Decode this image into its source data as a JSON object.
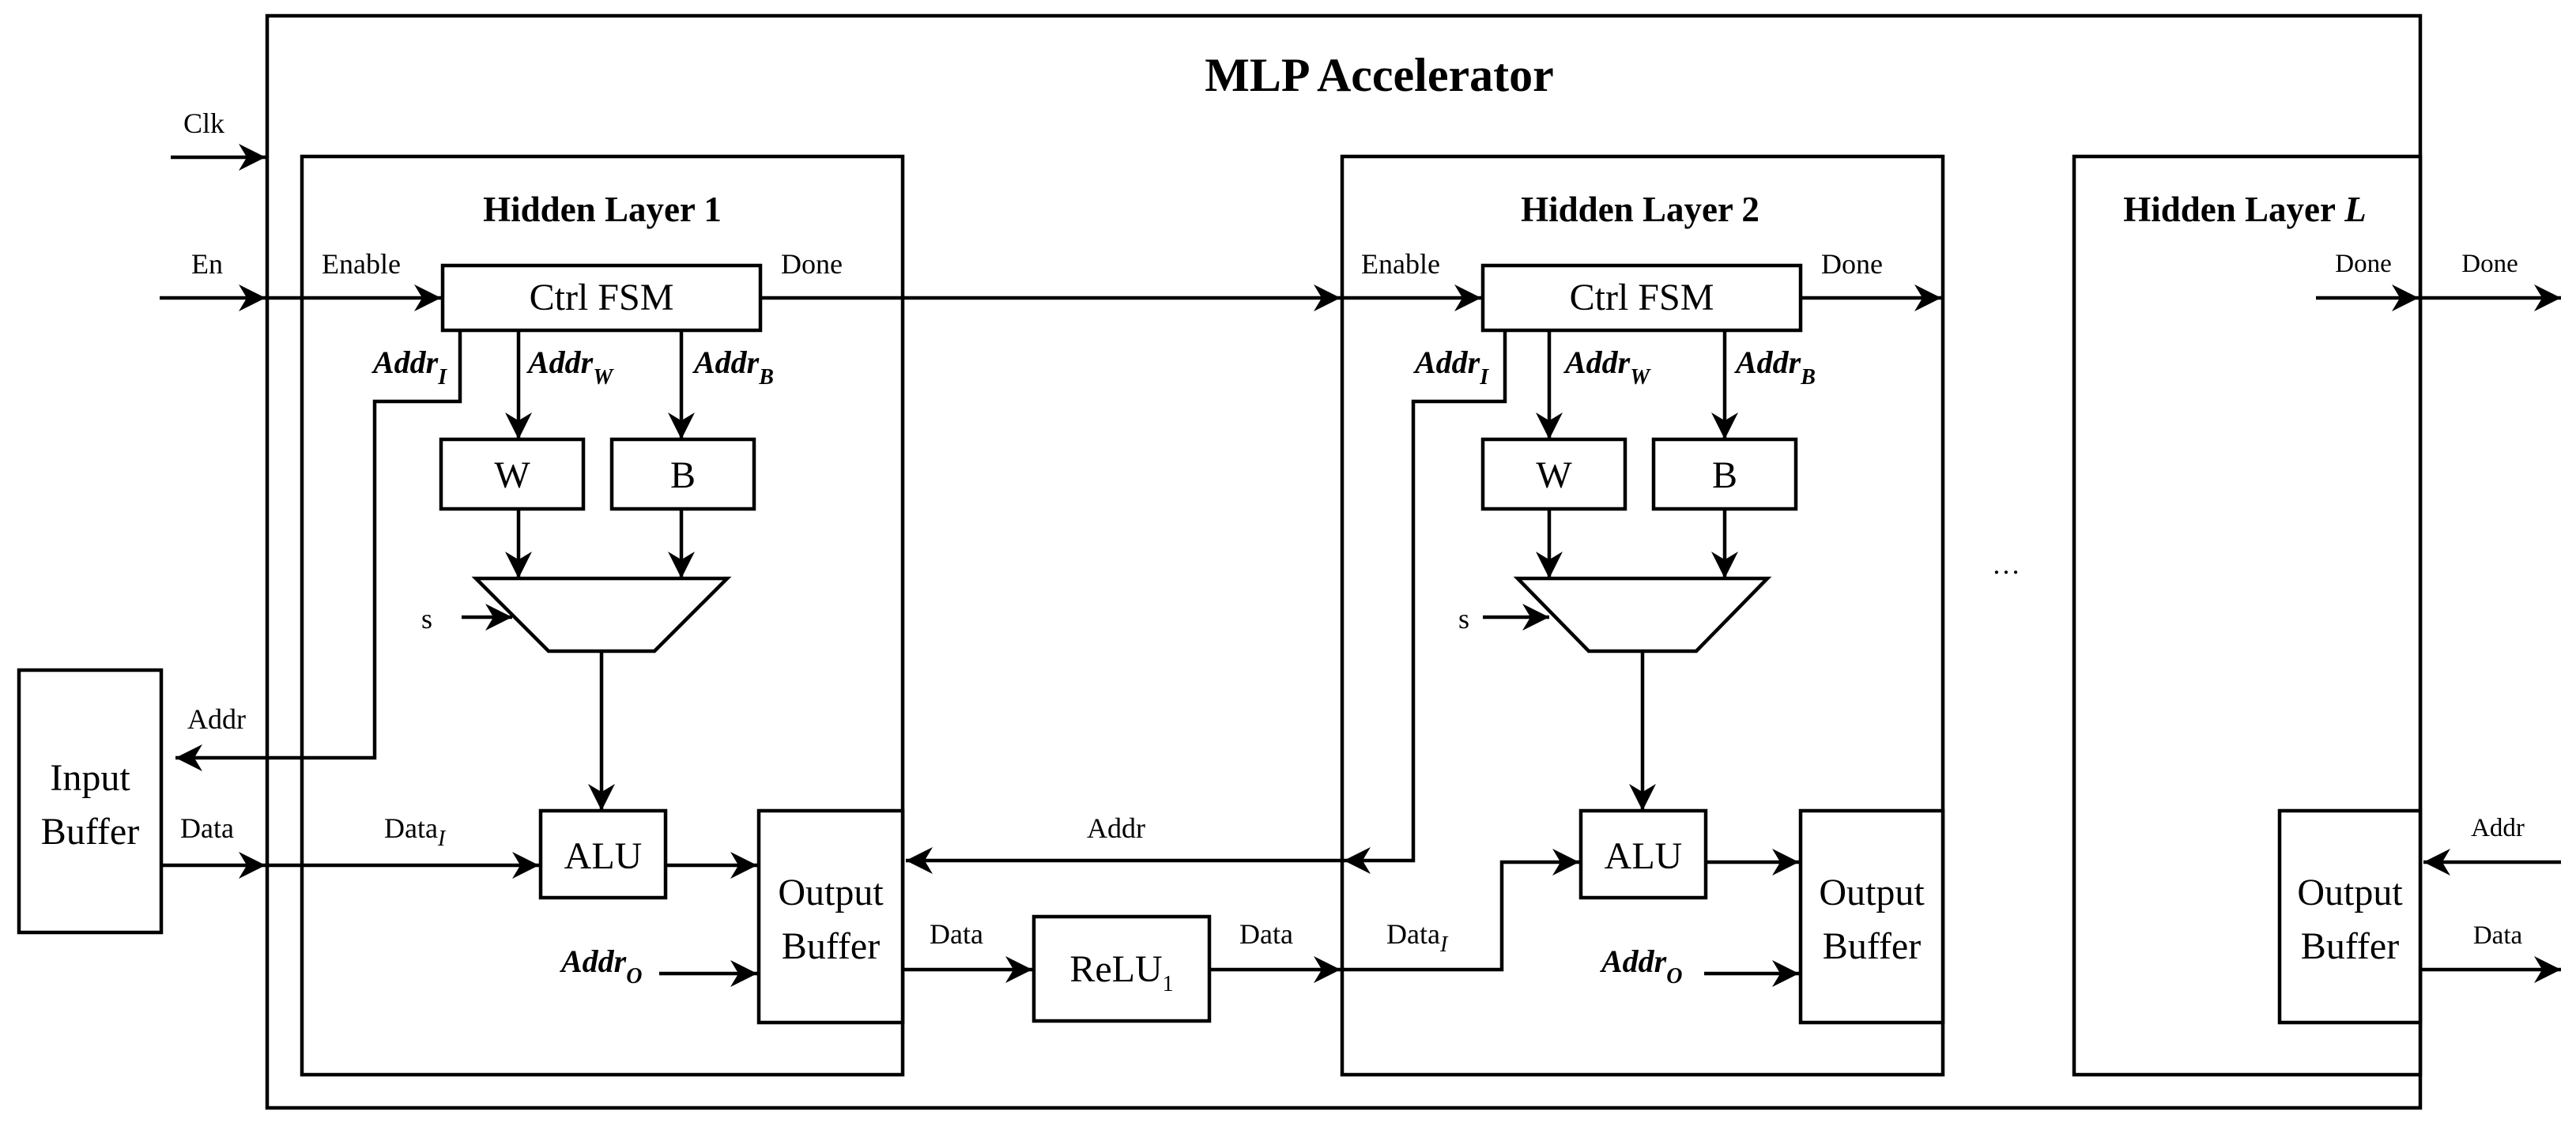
{
  "title": "MLP Accelerator",
  "ports": {
    "clk": "Clk",
    "en": "En",
    "addr": "Addr",
    "data": "Data",
    "done": "Done"
  },
  "input_buffer": [
    "Input",
    "Buffer"
  ],
  "layers": [
    {
      "title": "Hidden Layer 1"
    },
    {
      "title": "Hidden Layer 2"
    },
    {
      "title_prefix": "Hidden Layer",
      "title_var": "L"
    }
  ],
  "signals": {
    "enable": "Enable",
    "done": "Done",
    "addr": "Addr",
    "data": "Data",
    "data_i_base": "Data",
    "data_i_sub": "I",
    "select": "s",
    "ellipsis": "…"
  },
  "addr_labels": {
    "base": "Addr",
    "sub_i": "I",
    "sub_w": "W",
    "sub_b": "B",
    "sub_o": "O"
  },
  "blocks": {
    "ctrl_fsm": "Ctrl FSM",
    "weights": "W",
    "bias": "B",
    "alu": "ALU",
    "output_buffer": [
      "Output",
      "Buffer"
    ],
    "relu_base": "ReLU",
    "relu_sub": "1"
  }
}
